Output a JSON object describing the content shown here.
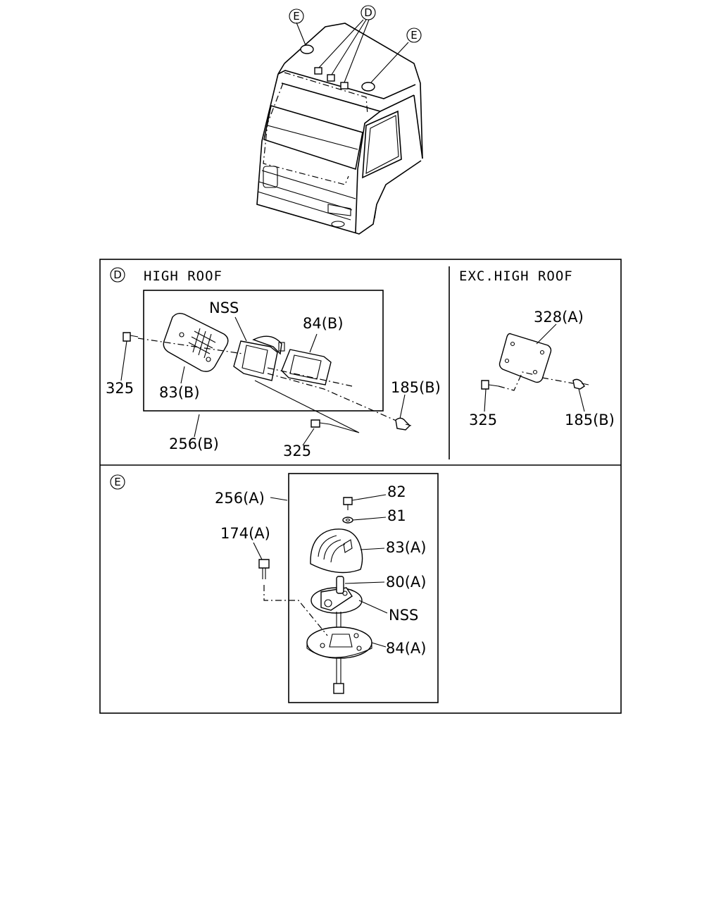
{
  "callouts": {
    "E": "E",
    "D": "D"
  },
  "section_d": {
    "letter": "D",
    "header": "HIGH ROOF",
    "labels": {
      "nss": "NSS",
      "p84b": "84(B)",
      "p325_left": "325",
      "p83b": "83(B)",
      "p185b": "185(B)",
      "p256b": "256(B)",
      "p325_bottom": "325"
    }
  },
  "section_exc": {
    "header": "EXC.HIGH ROOF",
    "labels": {
      "p328a": "328(A)",
      "p325": "325",
      "p185b": "185(B)"
    }
  },
  "section_e": {
    "letter": "E",
    "labels": {
      "p256a": "256(A)",
      "p82": "82",
      "p81": "81",
      "p174a": "174(A)",
      "p83a": "83(A)",
      "p80a": "80(A)",
      "nss": "NSS",
      "p84a": "84(A)"
    }
  }
}
